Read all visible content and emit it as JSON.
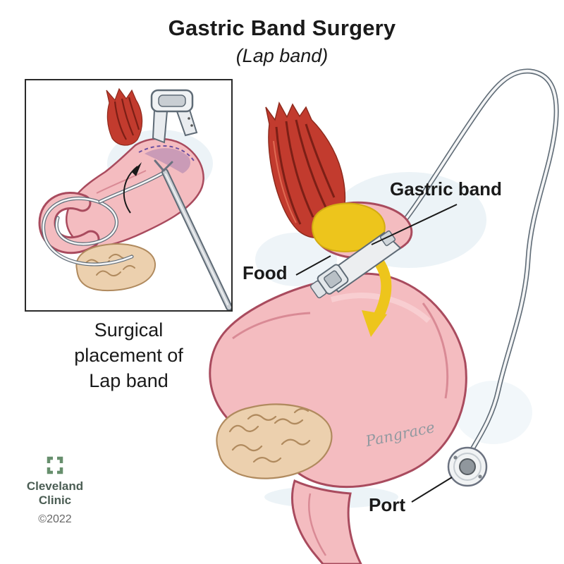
{
  "header": {
    "title": "Gastric Band Surgery",
    "subtitle": "(Lap band)"
  },
  "inset": {
    "caption_lines": [
      "Surgical",
      "placement of",
      "Lap band"
    ]
  },
  "labels": {
    "gastric_band": "Gastric band",
    "food": "Food",
    "port": "Port"
  },
  "footer": {
    "brand_line1": "Cleveland",
    "brand_line2": "Clinic",
    "copyright": "©2022"
  },
  "signature": "Pangrace",
  "icons": {
    "logo": "cleveland-clinic-mark"
  },
  "colors": {
    "stomach_pink": "#f4bcc0",
    "stomach_outline": "#a94b5e",
    "muscle_red": "#c23b2e",
    "muscle_dark": "#7c1f16",
    "food_yellow": "#edc51c",
    "band_fill": "#eceef0",
    "band_stroke": "#5f6b76",
    "tube_gray": "#6b7280",
    "glow_blue": "#d9e7f0",
    "pancreas_beige": "#ecd0ae",
    "pancreas_line": "#b08a5e",
    "brand_green": "#678f6d",
    "text_dark": "#1a1a1a"
  }
}
